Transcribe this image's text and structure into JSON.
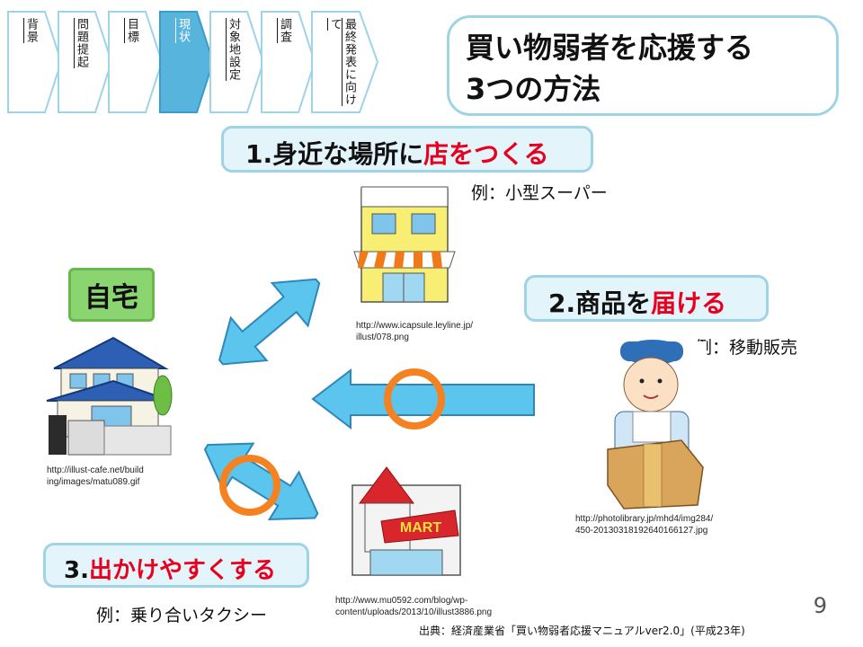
{
  "steps": [
    {
      "label": "背景",
      "active": false
    },
    {
      "label": "問題提起",
      "active": false
    },
    {
      "label": "目標",
      "active": false
    },
    {
      "label": "現状",
      "active": true
    },
    {
      "label": "対象地設定",
      "active": false
    },
    {
      "label": "調査",
      "active": false
    },
    {
      "label": "最終発表に向けて",
      "active": false
    }
  ],
  "title": {
    "line1": "買い物弱者を応援する",
    "line2": "3つの方法"
  },
  "method1": {
    "prefix": "1.身近な場所に",
    "highlight": "店をつくる",
    "example": "例：小型スーパー"
  },
  "method2": {
    "prefix": "2.商品を",
    "highlight": "届ける",
    "example": "例：移動販売"
  },
  "method3": {
    "prefix": "3.",
    "highlight": "出かけやすくする",
    "example": "例：乗り合いタクシー"
  },
  "home_label": "自宅",
  "mart_sign": "MART",
  "urls": {
    "store": [
      "http://www.icapsule.leyline.jp/",
      "illust/078.png"
    ],
    "house": [
      "http://illust-cafe.net/build",
      "ing/images/matu089.gif"
    ],
    "worker": [
      "http://photolibrary.jp/mhd4/img284/",
      "450-20130318192640166127.jpg"
    ],
    "mart": [
      "http://www.mu0592.com/blog/wp-",
      "content/uploads/2013/10/illust3886.png"
    ]
  },
  "page_number": "9",
  "source": "出典：経済産業省「買い物弱者応援マニュアルver2.0」(平成23年)",
  "colors": {
    "accent_box": "#e3f4fa",
    "border": "#9fd3e6",
    "arrow": "#5bc5ee",
    "circle": "#f58220",
    "highlight": "#e8001e",
    "home": "#8ad56f"
  }
}
